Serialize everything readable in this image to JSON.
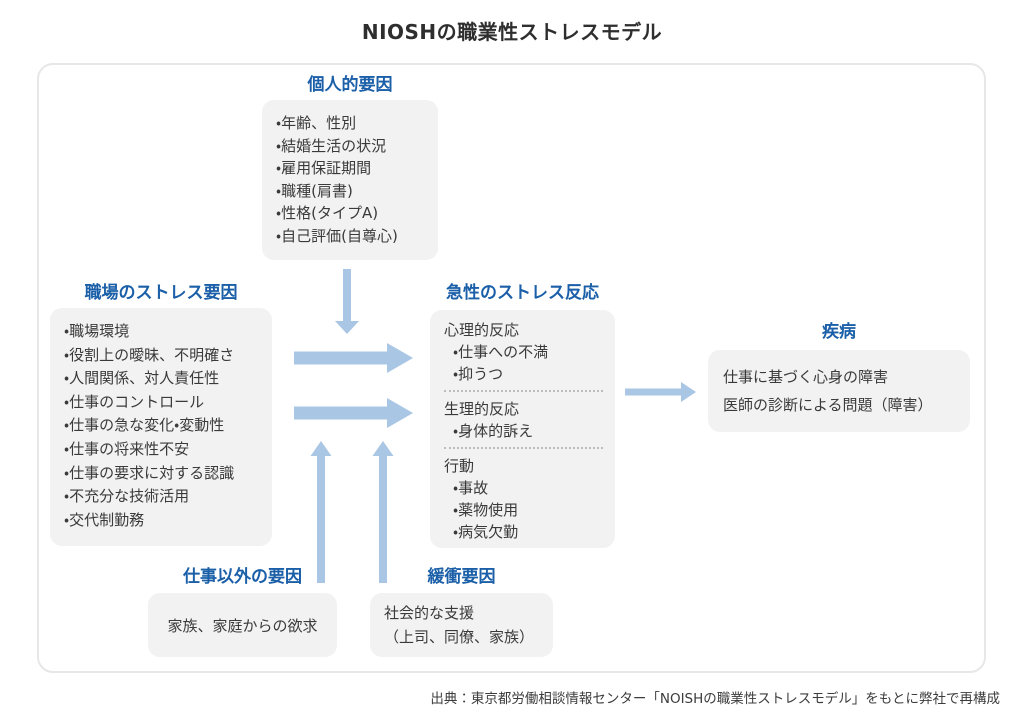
{
  "page": {
    "title": "NIOSHの職業性ストレスモデル",
    "source_note": "出典：東京都労働相談情報センター「NOISHの職業性ストレスモデル」をもとに弊社で再構成"
  },
  "colors": {
    "heading_blue": "#1a5fa8",
    "arrow_blue": "#a9c6e4",
    "box_bg": "#f2f2f2",
    "body_text": "#3a3a3a"
  },
  "personal_factors": {
    "heading": "個人的要因",
    "items": [
      "・年齢、性別",
      "・結婚生活の状況",
      "・雇用保証期間",
      "・職種(肩書)",
      "・性格(タイプA)",
      "・自己評価(自尊心)"
    ]
  },
  "workplace_stressors": {
    "heading": "職場のストレス要因",
    "items": [
      "・職場環境",
      "・役割上の曖昧、不明確さ",
      "・人間関係、対人責任性",
      "・仕事のコントロール",
      "・仕事の急な変化・変動性",
      "・仕事の将来性不安",
      "・仕事の要求に対する認識",
      "・不充分な技術活用",
      "・交代制勤務"
    ]
  },
  "acute_stress_reactions": {
    "heading": "急性のストレス反応",
    "groups": [
      {
        "title": "心理的反応",
        "items": [
          "・仕事への不満",
          "・抑うつ"
        ]
      },
      {
        "title": "生理的反応",
        "items": [
          "・身体的訴え"
        ]
      },
      {
        "title": "行動",
        "items": [
          "・事故",
          "・薬物使用",
          "・病気欠勤"
        ]
      }
    ]
  },
  "disease": {
    "heading": "疾病",
    "lines": [
      "仕事に基づく心身の障害",
      "医師の診断による問題（障害）"
    ]
  },
  "nonwork_factors": {
    "heading": "仕事以外の要因",
    "text": "家族、家庭からの欲求"
  },
  "buffer_factors": {
    "heading": "緩衝要因",
    "lines": [
      "社会的な支援",
      "（上司、同僚、家族）"
    ]
  }
}
